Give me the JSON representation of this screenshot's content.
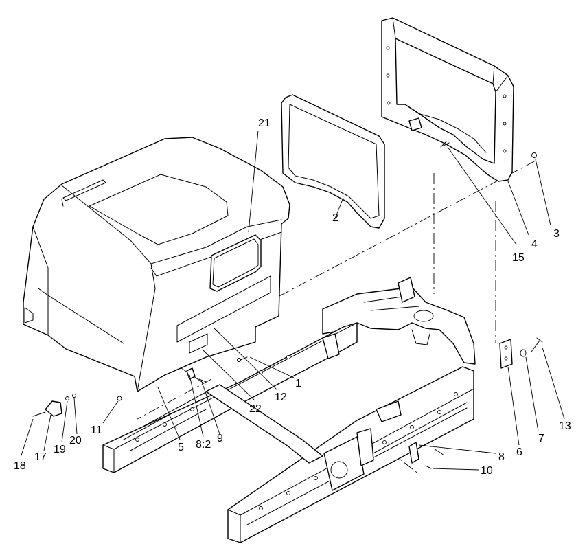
{
  "callouts": {
    "c1": "1",
    "c2": "2",
    "c3": "3",
    "c4": "4",
    "c5": "5",
    "c6": "6",
    "c7": "7",
    "c8": "8",
    "c8_2": "8:2",
    "c9": "9",
    "c10": "10",
    "c11": "11",
    "c12": "12",
    "c13": "13",
    "c15": "15",
    "c17": "17",
    "c18": "18",
    "c19": "19",
    "c20": "20",
    "c21": "21",
    "c22": "22"
  },
  "colors": {
    "line": "#000000",
    "background": "#ffffff"
  }
}
